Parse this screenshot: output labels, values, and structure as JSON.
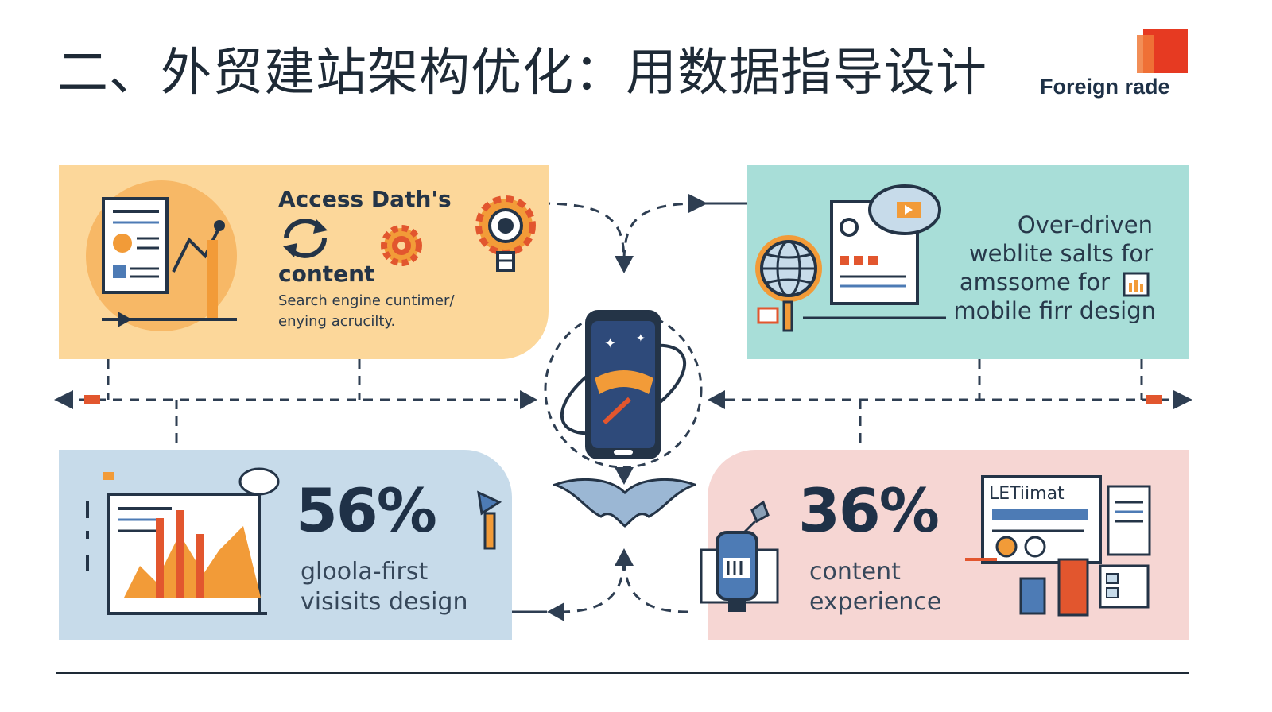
{
  "title": "二、外贸建站架构优化：用数据指导设计",
  "logo": {
    "text": "Foreign rade",
    "color": "#e63a22"
  },
  "panels": {
    "top_left": {
      "heading": "Access Dath's",
      "heading2": "content",
      "line1": "Search engine cuntimer/",
      "line2": "enying acrucilty.",
      "color": "#fcd79a"
    },
    "top_right": {
      "lines": [
        "Over-driven",
        "weblite salts for",
        "amssome for",
        "mobile firr design"
      ],
      "color": "#a8ded8"
    },
    "bottom_left": {
      "stat": "56%",
      "line1": "gloola-first",
      "line2": "visisits design",
      "color": "#c7dbea"
    },
    "bottom_right": {
      "stat": "36%",
      "line1": "content",
      "line2": "experience",
      "sign": "LETiimat",
      "color": "#f6d6d3"
    }
  },
  "icons": [
    "document-chart-icon",
    "refresh-icon",
    "gear-icon",
    "lightbulb-gear-icon",
    "globe-magnifier-icon",
    "video-cloud-icon",
    "smartphone-icon",
    "bat-icon",
    "bar-chart-icon",
    "cloud-icon",
    "robot-icon",
    "whiteboard-icon"
  ],
  "colors": {
    "orange": "#f29b38",
    "navy": "#243447",
    "red": "#e2562e",
    "accent_blue": "#4d7bb5"
  }
}
